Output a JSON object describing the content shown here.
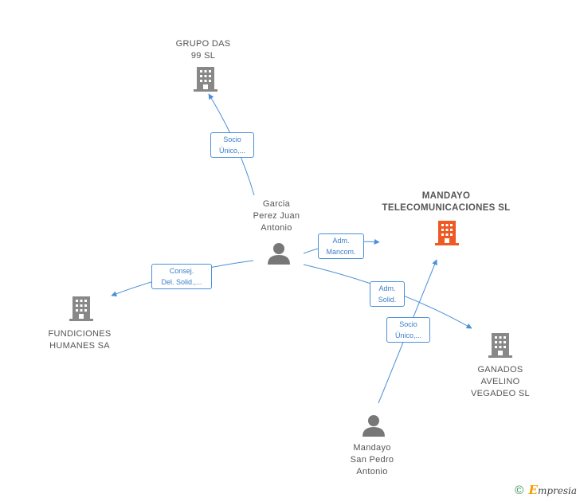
{
  "colors": {
    "edge": "#4a90d9",
    "node": "#888888",
    "main_node": "#ee5a24"
  },
  "nodes": {
    "grupo_das": {
      "label": [
        "GRUPO DAS",
        "99 SL"
      ]
    },
    "mandayo_tel": {
      "label": [
        "MANDAYO",
        "TELECOMUNICACIONES SL"
      ]
    },
    "garcia": {
      "label": [
        "Garcia",
        "Perez Juan",
        "Antonio"
      ]
    },
    "fundiciones": {
      "label": [
        "FUNDICIONES",
        "HUMANES SA"
      ]
    },
    "ganados": {
      "label": [
        "GANADOS",
        "AVELINO",
        "VEGADEO SL"
      ]
    },
    "mandayo_san": {
      "label": [
        "Mandayo",
        "San Pedro",
        "Antonio"
      ]
    }
  },
  "edges": {
    "socio_grupo": {
      "label": [
        "Socio",
        "Único,..."
      ]
    },
    "adm_mancom": {
      "label": [
        "Adm.",
        "Mancom."
      ]
    },
    "consej": {
      "label": [
        "Consej.",
        "Del. Solid.,..."
      ]
    },
    "adm_solid": {
      "label": [
        "Adm.",
        "Solid."
      ]
    },
    "socio_mandayo": {
      "label": [
        "Socio",
        "Único,..."
      ]
    }
  },
  "footer": {
    "copyright": "©",
    "brand_initial": "E",
    "brand_rest": "mpresia"
  }
}
